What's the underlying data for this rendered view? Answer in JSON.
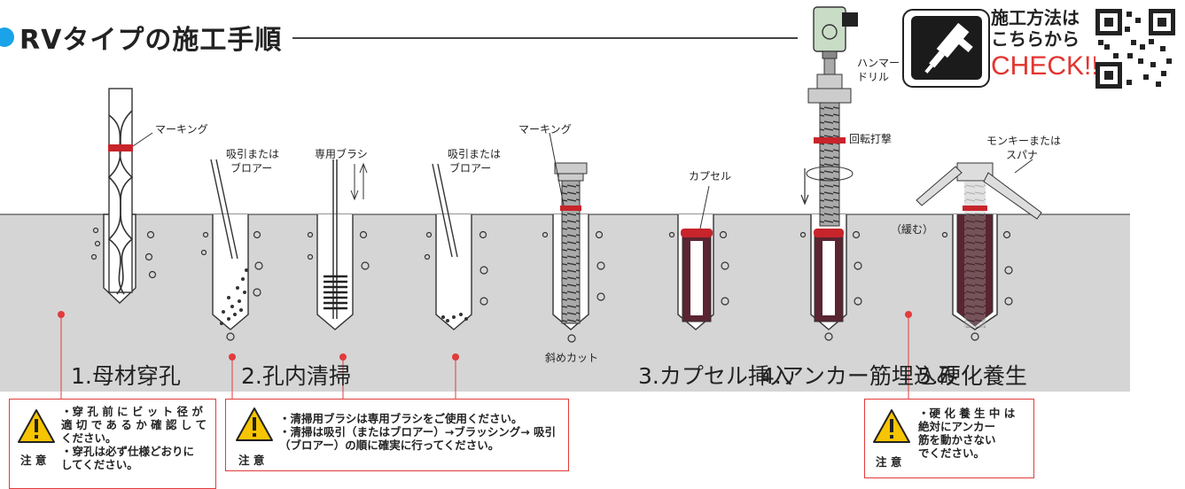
{
  "heading": {
    "title": "RVタイプの施工手順",
    "accent_color": "#1aa3e8"
  },
  "check_banner": {
    "line1": "施工方法は",
    "line2": "こちらから",
    "cta": "CHECK!!",
    "icon": "hammer-drill-icon",
    "qr": "qr-code-icon"
  },
  "tools": {
    "hammer_drill_line1": "ハンマー",
    "hammer_drill_line2": "ドリル",
    "rotary_impact": "回転打撃"
  },
  "callouts": {
    "marking_1": "マーキング",
    "suction_1_line1": "吸引または",
    "suction_1_line2": "ブロアー",
    "brush_line1": "専用ブラシ",
    "suction_2_line1": "吸引または",
    "suction_2_line2": "ブロアー",
    "marking_2": "マーキング",
    "capsule": "カプセル",
    "diagonal_cut": "斜めカット",
    "wrench_line1": "モンキーまたは",
    "wrench_line2": "スパナ",
    "loosen": "（緩む）"
  },
  "steps": [
    {
      "label": "1.母材穿孔"
    },
    {
      "label": "2.孔内清掃"
    },
    {
      "label": "3.カプセル挿入"
    },
    {
      "label": "4.アンカー筋埋込み"
    },
    {
      "label": "5.硬化養生"
    }
  ],
  "warnings": [
    {
      "caution": "注 意",
      "lines": [
        "・穿 孔 前 に ビ ッ ト 径 が",
        "適 切 で あ る か 確 認 し て",
        "ください。",
        "・穿孔は必ず仕様どおりに",
        "してください。"
      ]
    },
    {
      "caution": "注 意",
      "lines": [
        "・清掃用ブラシは専用ブラシをご使用ください。",
        "・清掃は吸引（またはブロアー）→ブラッシング→ 吸引",
        "（ブロアー）の順に確実に行ってください。"
      ]
    },
    {
      "caution": "注 意",
      "lines": [
        "・硬 化 養 生 中 は",
        "絶対にアンカー",
        "筋を動かさない",
        "でください。"
      ]
    }
  ],
  "colors": {
    "ground": "#d5d5d6",
    "marker_red": "#c8242b",
    "anchor": "#5a2431",
    "warning_red": "#e23b3b",
    "warning_yellow": "#f6c400"
  }
}
